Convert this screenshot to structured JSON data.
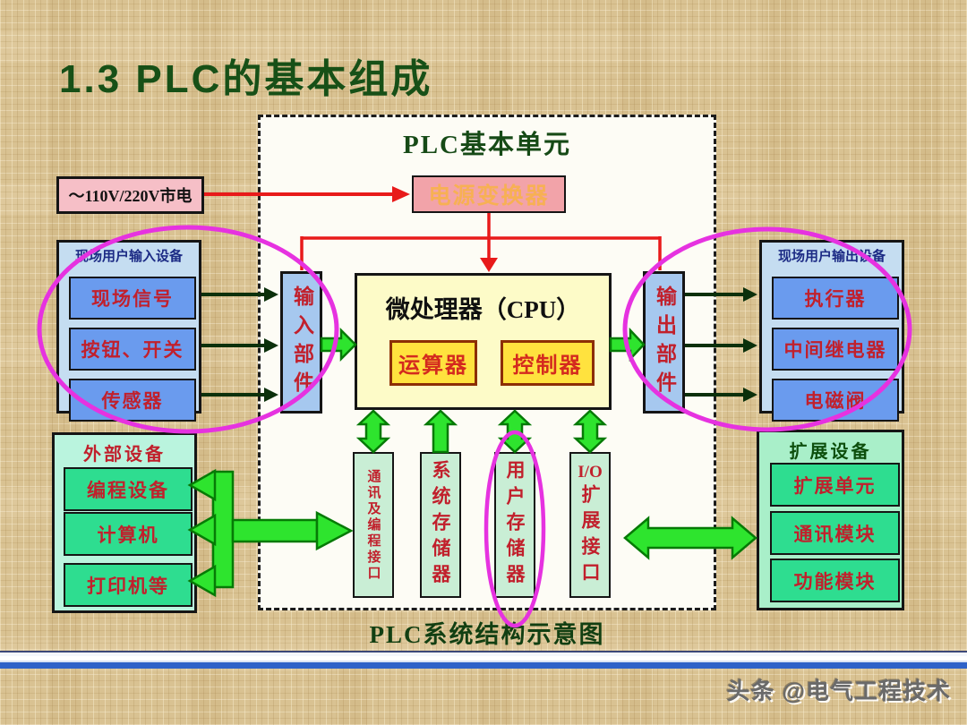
{
  "slide": {
    "title": "1.3 PLC的基本组成",
    "caption": "PLC系统结构示意图",
    "watermark": "头条 @电气工程技术"
  },
  "plc_unit": {
    "title": "PLC基本单元",
    "mains": {
      "label": "～110V/220V市电"
    },
    "power_supply": {
      "label": "电源变换器"
    },
    "input_unit": "输入部件",
    "output_unit": "输出部件",
    "cpu": {
      "title": "微处理器（CPU）",
      "alu": "运算器",
      "controller": "控制器"
    },
    "memory_modules": [
      {
        "label": "通讯及编程接口"
      },
      {
        "label": "系统存储器"
      },
      {
        "label": "用户存储器"
      },
      {
        "io": "I/O",
        "label": "扩展接口"
      }
    ]
  },
  "field_input": {
    "title": "现场用户输入设备",
    "items": [
      "现场信号",
      "按钮、开关",
      "传感器"
    ]
  },
  "field_output": {
    "title": "现场用户输出设备",
    "items": [
      "执行器",
      "中间继电器",
      "电磁阀"
    ]
  },
  "external_devices": {
    "title": "外部设备",
    "items": [
      "编程设备",
      "计算机",
      "打印机等"
    ]
  },
  "expansion_devices": {
    "title": "扩展设备",
    "items": [
      "扩展单元",
      "通讯模块",
      "功能模块"
    ]
  },
  "colors": {
    "background_tan": "#d9c292",
    "title_green": "#175017",
    "diagram_red": "#e81a1a",
    "magenta_highlight": "#e632e0",
    "green_arrow_fill": "#2ee42e",
    "green_arrow_border": "#067a06",
    "dark_arrow": "#0b300b",
    "power_box_pink": "#f2a3a9",
    "power_text_orange": "#f7b054",
    "mains_pink": "#f6bfc7",
    "panel_light_blue": "#c5ddf1",
    "item_blue": "#6a9bee",
    "unit_blue": "#a6c8ef",
    "cpu_pale_yellow": "#fdfbc8",
    "inner_yellow": "#ffe23e",
    "memory_mint": "#c9eed5",
    "external_aqua": "#baf4de",
    "expansion_aqua": "#a9efc9",
    "item_green": "#2edd90",
    "red_label_text": "#c1202c",
    "navy_header_text": "#1c2b85",
    "dark_green_text": "#0d4f0d",
    "divider_blue": "#2f62c8"
  }
}
